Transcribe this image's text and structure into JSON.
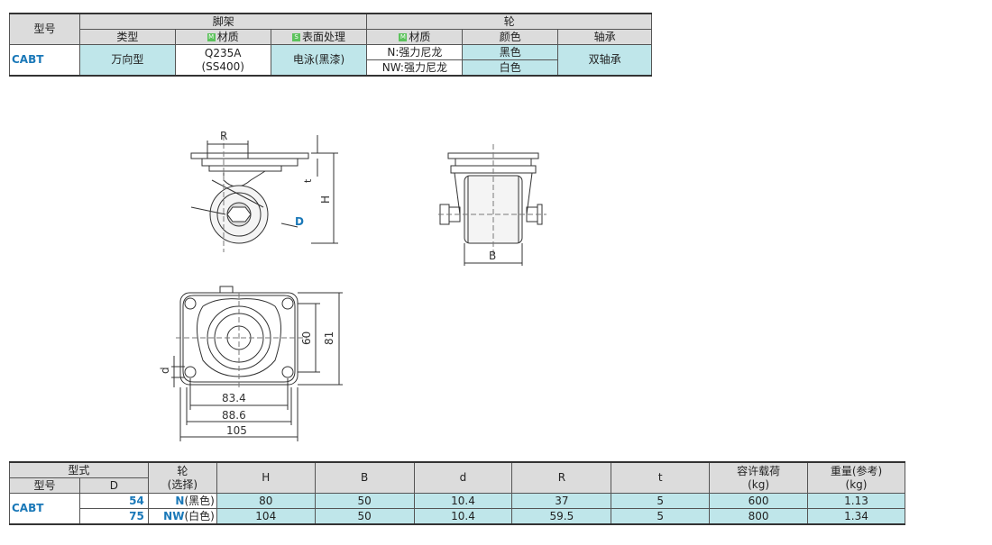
{
  "spec_table": {
    "model_header": "型号",
    "frame_header": "脚架",
    "wheel_header": "轮",
    "sub": {
      "type": "类型",
      "material_badge": "M",
      "material": "材质",
      "surface_badge": "S",
      "surface": "表面处理",
      "wheel_material_badge": "M",
      "wheel_material": "材质",
      "color": "颜色",
      "bearing": "轴承"
    },
    "row": {
      "model": "CABT",
      "type": "万向型",
      "material_line1": "Q235A",
      "material_line2": "(SS400)",
      "surface": "电泳(黑漆)",
      "wheel_n": "N:强力尼龙",
      "wheel_nw": "NW:强力尼龙",
      "color_black": "黑色",
      "color_white": "白色",
      "bearing": "双轴承"
    }
  },
  "drawing": {
    "label_R": "R",
    "label_t": "t",
    "label_H": "H",
    "label_D": "D",
    "label_B": "B",
    "label_d": "d",
    "dim_60": "60",
    "dim_81": "81",
    "dim_83_4": "83.4",
    "dim_88_6": "88.6",
    "dim_105": "105"
  },
  "size_table": {
    "formula_header": "型式",
    "model_header": "型号",
    "d_header": "D",
    "wheel_header": "轮",
    "wheel_sub": "(选择)",
    "columns": [
      "H",
      "B",
      "d",
      "R",
      "t"
    ],
    "load_header": "容许载荷",
    "load_unit": "(kg)",
    "weight_header": "重量(参考)",
    "weight_unit": "(kg)",
    "model": "CABT",
    "rows": [
      {
        "D": "54",
        "wheel_code": "N",
        "wheel_color": "(黑色)",
        "H": "80",
        "B": "50",
        "d": "10.4",
        "R": "37",
        "t": "5",
        "load": "600",
        "weight": "1.13"
      },
      {
        "D": "75",
        "wheel_code": "NW",
        "wheel_color": "(白色)",
        "H": "104",
        "B": "50",
        "d": "10.4",
        "R": "59.5",
        "t": "5",
        "load": "800",
        "weight": "1.34"
      }
    ]
  }
}
